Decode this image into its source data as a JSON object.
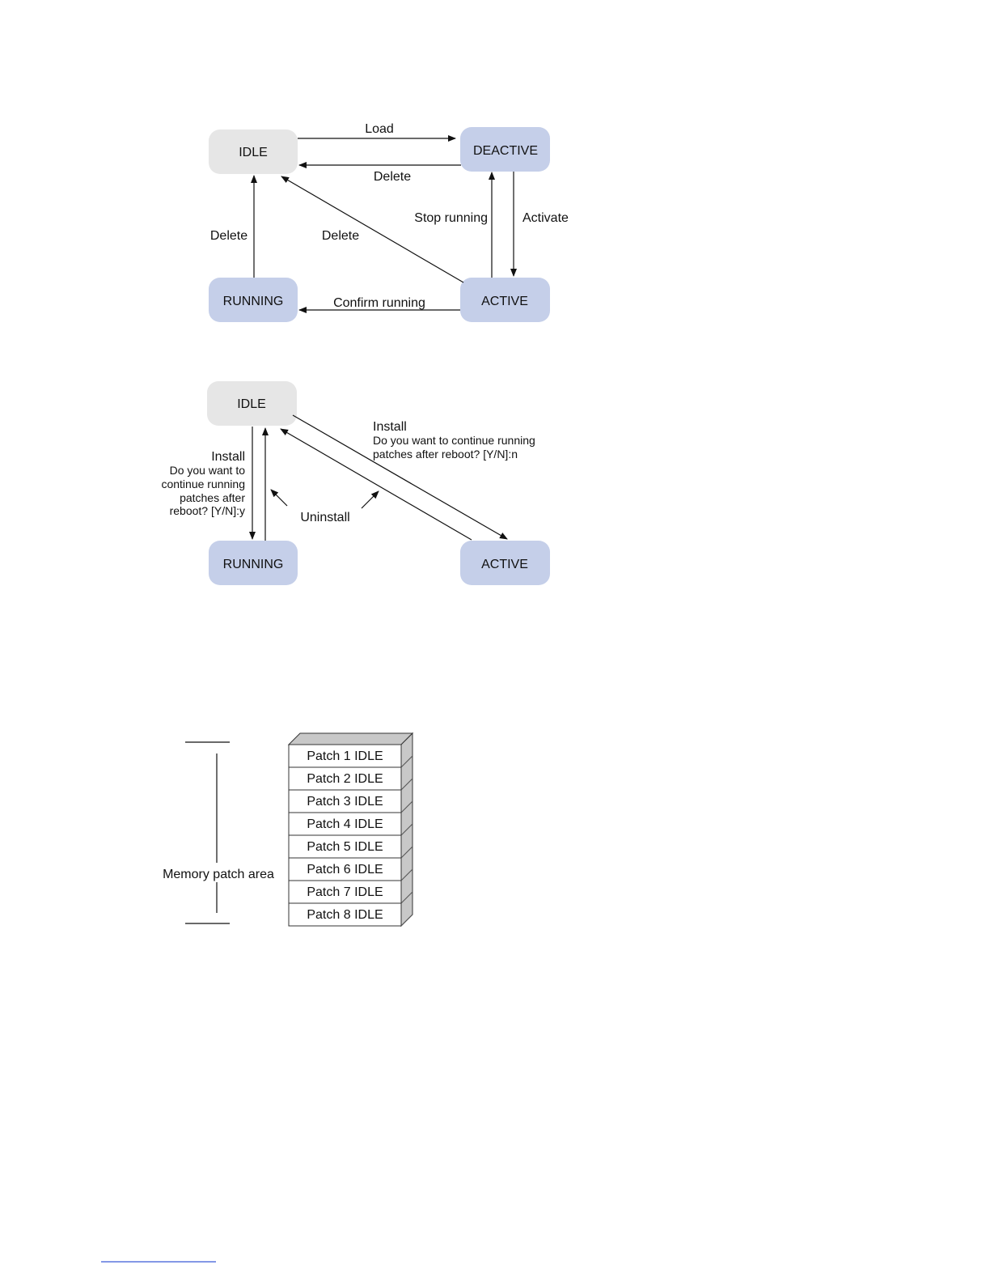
{
  "colors": {
    "idle_fill": "#e6e6e6",
    "state_fill": "#c5cfe9",
    "patch_top": "#c8c8c8",
    "patch_side": "#c8c8c8",
    "footer_line": "#3b5bd6"
  },
  "diagram1": {
    "nodes": {
      "idle": "IDLE",
      "deactive": "DEACTIVE",
      "running": "RUNNING",
      "active": "ACTIVE"
    },
    "edges": {
      "load": "Load",
      "delete_top": "Delete",
      "stop_running": "Stop running",
      "activate": "Activate",
      "delete_left": "Delete",
      "delete_diag": "Delete",
      "confirm_running": "Confirm running"
    }
  },
  "diagram2": {
    "nodes": {
      "idle": "IDLE",
      "running": "RUNNING",
      "active": "ACTIVE"
    },
    "install_left": {
      "title": "Install",
      "line1": "Do you want to",
      "line2": "continue running",
      "line3": "patches after",
      "line4": "reboot? [Y/N]:y"
    },
    "install_right": {
      "title": "Install",
      "line1": "Do you want to continue running",
      "line2": "patches after reboot? [Y/N]:n"
    },
    "uninstall": "Uninstall"
  },
  "memory": {
    "label": "Memory patch area",
    "patches": [
      "Patch 1 IDLE",
      "Patch 2 IDLE",
      "Patch 3 IDLE",
      "Patch 4 IDLE",
      "Patch 5 IDLE",
      "Patch 6 IDLE",
      "Patch 7 IDLE",
      "Patch 8 IDLE"
    ]
  }
}
